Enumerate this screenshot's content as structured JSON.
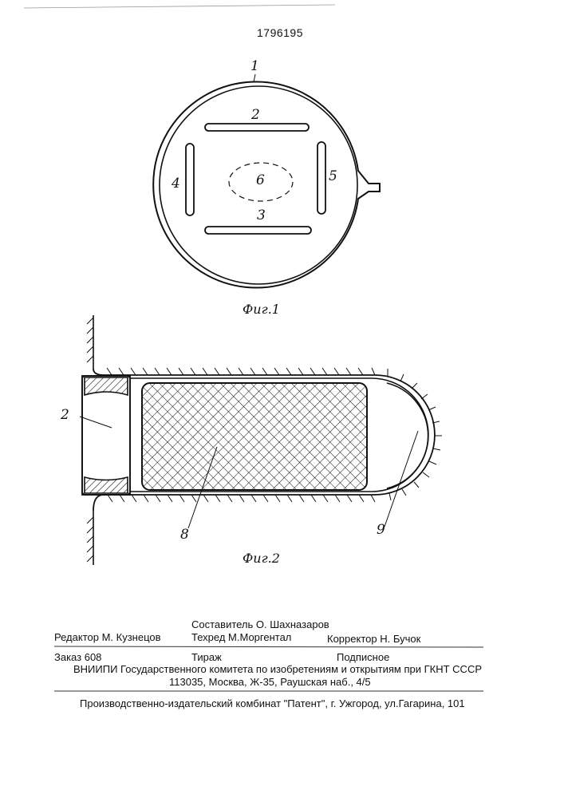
{
  "header": {
    "patent_number": "1796195"
  },
  "figure1": {
    "caption": "Фиг.1",
    "labels": {
      "housing": "1",
      "plate_top": "2",
      "plate_bottom": "3",
      "plate_left": "4",
      "plate_right": "5",
      "center_zone": "6"
    }
  },
  "figure2": {
    "caption": "Фиг.2",
    "labels": {
      "ring": "2",
      "mesh_insert": "8",
      "tip": "9"
    }
  },
  "imprint": {
    "compiler": "Составитель  О. Шахназаров",
    "editor": "Редактор М. Кузнецов",
    "techred": "Техред М.Моргентал",
    "corrector": "Корректор  Н. Бучок",
    "order": "Заказ  608",
    "circulation": "Тираж",
    "subscription": "Подписное",
    "institute": "ВНИИПИ Государственного комитета по изобретениям и открытиям при ГКНТ СССР",
    "address": "113035, Москва, Ж-35, Раушская наб., 4/5",
    "publisher": "Производственно-издательский комбинат \"Патент\", г. Ужгород, ул.Гагарина, 101"
  },
  "colors": {
    "ink": "#111111",
    "paper": "#ffffff"
  }
}
